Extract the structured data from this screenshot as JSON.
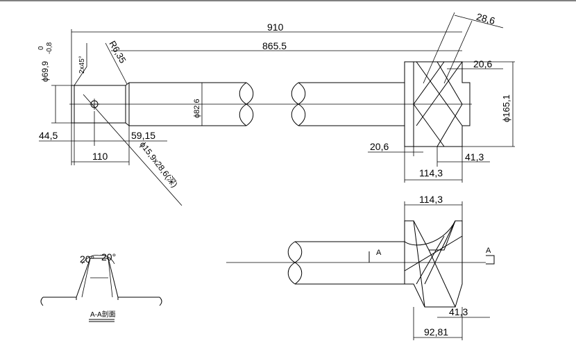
{
  "labels": {
    "dim_910": "910",
    "dim_865": "865.5",
    "dim_28_6": "28,6",
    "dim_20_6_top": "20,6",
    "dim_phi165": "ϕ165,1",
    "dim_phi69_main": "ϕ69,9",
    "dim_phi69_tol_upper": "0",
    "dim_phi69_tol_lower": "-0,8",
    "dim_chamfer": "2x45°",
    "dim_radius": "R6,35",
    "dim_phi82": "ϕ82,6",
    "dim_44_5": "44,5",
    "dim_59_15": "59,15",
    "dim_110": "110",
    "dim_hole": "ϕ15,9x28,6(深)",
    "dim_20_6_bottom": "20,6",
    "dim_41_3_top": "41,3",
    "dim_114_3_top": "114,3",
    "dim_114_3_bottom": "114,3",
    "dim_41_3_bottom": "41,3",
    "dim_92_81": "92,81",
    "section_left": "A",
    "section_right": "A",
    "angle_left": "20°",
    "angle_right": "20°",
    "section_caption": "A-A剖面"
  }
}
